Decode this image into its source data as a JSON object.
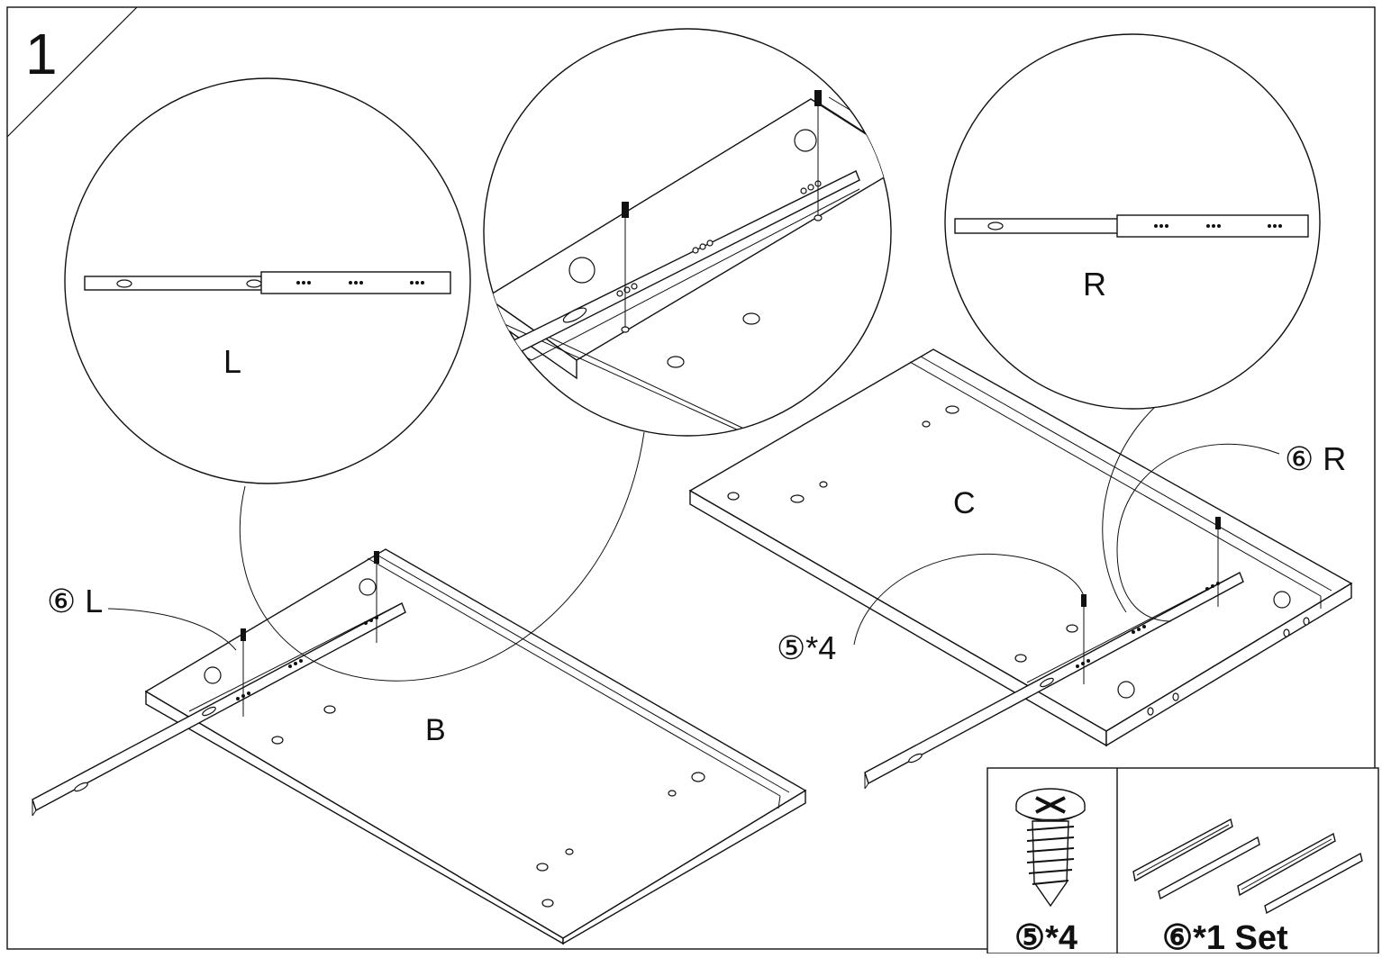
{
  "step": {
    "number": "1"
  },
  "labels": {
    "panel_b": "B",
    "panel_c": "C",
    "detail_left": "L",
    "detail_right": "R",
    "callout_slide_left": "⑥ L",
    "callout_slide_right": "⑥ R",
    "callout_screws": "⑤*4"
  },
  "parts_box": {
    "screw_label": "⑤*4",
    "slide_label": "⑥*1 Set"
  },
  "colors": {
    "line": "#111111",
    "background": "#ffffff"
  }
}
